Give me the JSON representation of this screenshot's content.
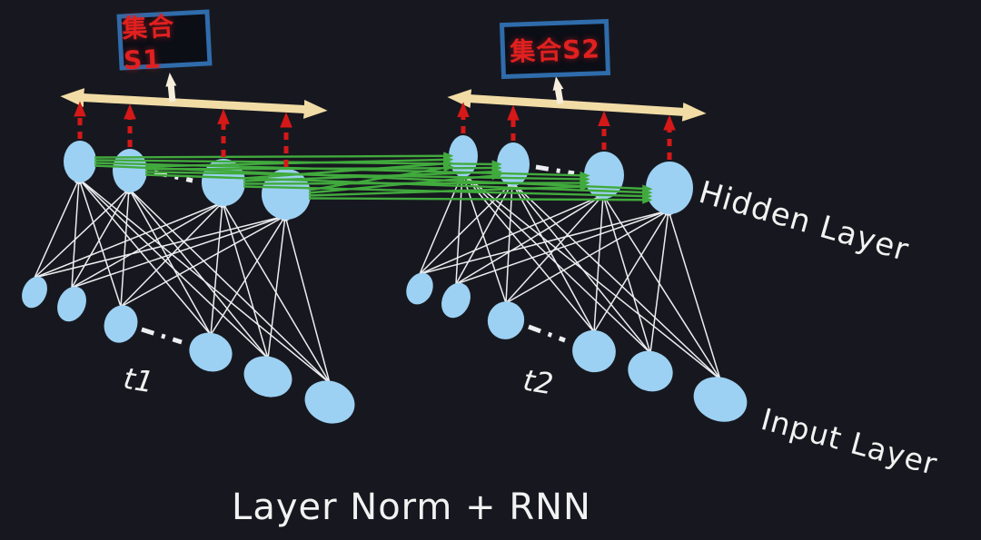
{
  "labels": {
    "set_s1": "集合S1",
    "set_s2": "集合S2",
    "hidden_layer": "Hidden Layer",
    "input_layer": "Input Layer",
    "t1": "t1",
    "t2": "t2",
    "caption": "Layer Norm + RNN"
  },
  "colors": {
    "background": "#17181f",
    "node_fill": "#9cd1f3",
    "edge_white": "#eceef1",
    "recurrent_green": "#41aa3d",
    "arrow_red": "#d51818",
    "bar_tan": "#f2dca6",
    "cream_arrow": "#f6eedb",
    "box_border": "#2f6cab",
    "box_bg": "#0c0e16",
    "box_text": "#e12020",
    "label_white": "#f2f2f2"
  },
  "diagram": {
    "type": "recurrent-neural-network",
    "description": "Two timestep RNN with layer normalization: input layer nodes feed hidden layer nodes (white edges); t1 hidden nodes feed t2 hidden nodes (green recurrent arrows); red dashed arrows from each hidden node point up to a tan summary bar leading to set boxes S1/S2",
    "groups": [
      {
        "id": "t1",
        "hidden": [
          [
            88,
            178,
            18,
            23
          ],
          [
            143,
            188,
            19,
            24
          ],
          [
            246,
            201,
            24,
            26
          ],
          [
            315,
            214,
            27,
            28
          ]
        ],
        "input": [
          [
            38,
            322,
            13,
            18,
            24
          ],
          [
            79,
            335,
            15,
            20,
            24
          ],
          [
            133,
            357,
            18,
            21,
            22
          ],
          [
            232,
            388,
            24,
            21,
            22
          ],
          [
            295,
            415,
            27,
            22,
            20
          ],
          [
            363,
            443,
            28,
            23,
            20
          ]
        ],
        "bar": [
          82,
          107,
          345,
          121
        ],
        "up_arrow": [
          190,
          112,
          188,
          92
        ],
        "hidden_ellipsis": [
          170,
          190,
          212,
          199
        ],
        "input_ellipsis": [
          156,
          363,
          200,
          377
        ]
      },
      {
        "id": "t2",
        "hidden": [
          [
            510,
            172,
            16,
            23
          ],
          [
            565,
            181,
            18,
            24
          ],
          [
            665,
            193,
            22,
            26
          ],
          [
            737,
            207,
            26,
            29
          ]
        ],
        "input": [
          [
            462,
            318,
            14,
            18,
            24
          ],
          [
            502,
            331,
            15,
            20,
            24
          ],
          [
            557,
            353,
            20,
            21,
            22
          ],
          [
            654,
            387,
            24,
            23,
            22
          ],
          [
            716,
            409,
            25,
            22,
            20
          ],
          [
            793,
            440,
            30,
            24,
            20
          ]
        ],
        "bar": [
          508,
          108,
          762,
          124
        ],
        "up_arrow": [
          617,
          114,
          614,
          96
        ],
        "hidden_ellipsis": [
          590,
          184,
          632,
          191
        ],
        "input_ellipsis": [
          582,
          360,
          622,
          375
        ]
      }
    ],
    "recurrent_connections": "all t1 hidden nodes to all t2 hidden nodes"
  }
}
